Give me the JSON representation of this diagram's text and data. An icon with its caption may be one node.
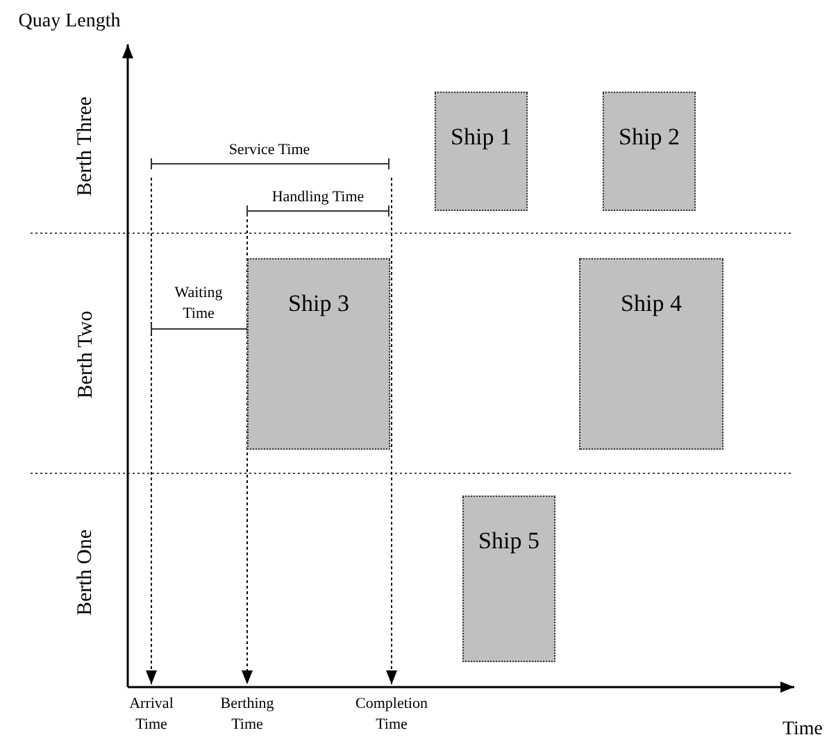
{
  "diagram": {
    "nodes": [
      {
        "text": [
          "Ship 1"
        ]
      },
      {
        "text": [
          "Ship 2"
        ]
      },
      {
        "text": [
          "Ship 3"
        ]
      },
      {
        "text": [
          "Ship 4"
        ]
      },
      {
        "text": [
          "Ship 5"
        ]
      }
    ],
    "labels": [
      "Quay Length",
      "Berth Three",
      "Service Time",
      "Handling Time",
      "Berth Two",
      "Waiting Time",
      "Berth One",
      "Arrival Time",
      "Berthing Time",
      "Completion Time",
      "Time"
    ]
  }
}
